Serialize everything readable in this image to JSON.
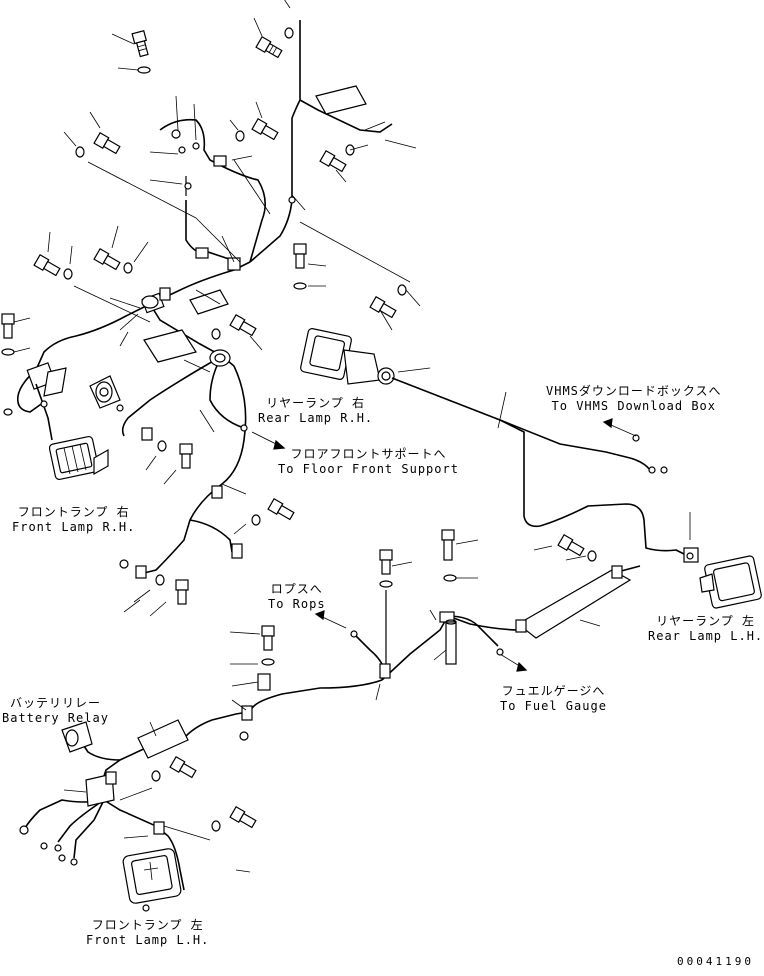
{
  "labels": {
    "rear_lamp_rh": {
      "jp": "リヤーランプ 右",
      "en": "Rear Lamp R.H."
    },
    "floor_front_support": {
      "jp": "フロアフロントサポートへ",
      "en": "To Floor Front Support"
    },
    "vhms_download_box": {
      "jp": "VHMSダウンロードボックスへ",
      "en": "To VHMS Download Box"
    },
    "front_lamp_rh": {
      "jp": "フロントランプ 右",
      "en": "Front Lamp R.H."
    },
    "rops": {
      "jp": "ロプスへ",
      "en": "To Rops"
    },
    "rear_lamp_lh": {
      "jp": "リヤーランプ 左",
      "en": "Rear Lamp L.H."
    },
    "battery_relay": {
      "jp": "バッテリリレー",
      "en": "Battery Relay"
    },
    "fuel_gauge": {
      "jp": "フュエルゲージへ",
      "en": "To Fuel Gauge"
    },
    "front_lamp_lh": {
      "jp": "フロントランプ 左",
      "en": "Front Lamp L.H."
    }
  },
  "document_number": "00041190"
}
